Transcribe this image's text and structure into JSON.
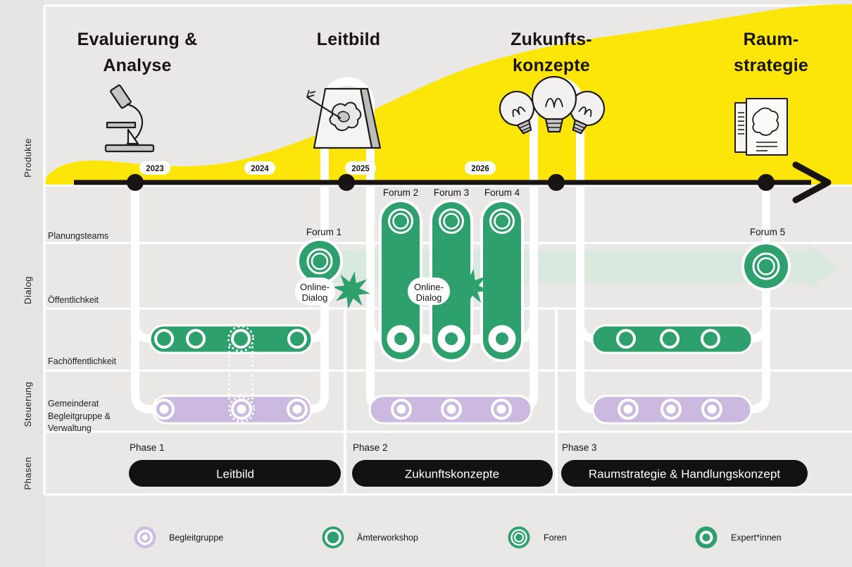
{
  "headings": [
    [
      "Evaluierung &",
      "Analyse"
    ],
    [
      "Leitbild"
    ],
    [
      "Zukunfts-",
      "konzepte"
    ],
    [
      "Raum-",
      "strategie"
    ]
  ],
  "timeline": {
    "years": [
      "2023",
      "2024",
      "2025",
      "2026"
    ]
  },
  "groups": [
    "Produkte",
    "Dialog",
    "Steuerung",
    "Phasen"
  ],
  "rows": [
    "Planungsteams",
    "Öffentlichkeit",
    "Fachöffentlichkeit"
  ],
  "row4": [
    "Gemeinderat",
    "Begleitgruppe &",
    "Verwaltung"
  ],
  "forums": [
    "Forum 1",
    "Forum 2",
    "Forum 3",
    "Forum 4",
    "Forum 5"
  ],
  "online_dialog": [
    "Online-",
    "Dialog"
  ],
  "phases": [
    {
      "label": "Phase 1",
      "name": "Leitbild"
    },
    {
      "label": "Phase 2",
      "name": "Zukunftskonzepte"
    },
    {
      "label": "Phase 3",
      "name": "Raumstrategie & Handlungskonzept"
    }
  ],
  "legend": [
    {
      "label": "Begleitgruppe"
    },
    {
      "label": "Ämterworkshop"
    },
    {
      "label": "Foren"
    },
    {
      "label": "Expert*innen"
    }
  ],
  "icons": [
    "microscope-icon",
    "map-easel-icon",
    "lightbulbs-icon",
    "booklet-icon",
    "starburst-icon"
  ],
  "colors": {
    "yellow": "#FCE60A",
    "green": "#2DA06E",
    "light_green_band": "#D9E9DD",
    "purple": "#CBB9E0",
    "legend_purple": "#CDBCE3",
    "background": "#E9E8E6",
    "black": "#171412",
    "white": "#FFFFFF"
  }
}
